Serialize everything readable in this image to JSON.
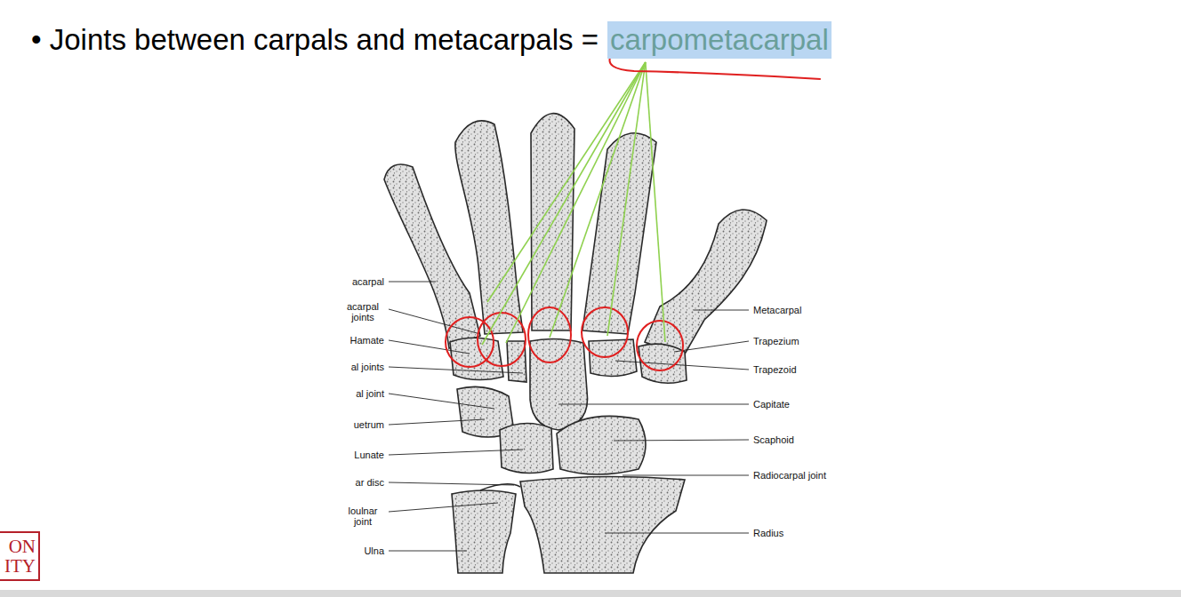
{
  "diagram": {
    "title": "• Joints between carpals and metacarpals =",
    "nodes": [
      {
        "text": [
          "ON ITY"
        ]
      }
    ],
    "labels": [
      "carpometacarpal",
      "acarpal",
      "acarpal joints",
      "Hamate",
      "al joints",
      "al joint",
      "uetrum",
      "Lunate",
      "ar disc",
      "loulnar joint",
      "Ulna",
      "Metacarpal",
      "Trapezium",
      "Trapezoid",
      "Capitate",
      "Scaphoid",
      "Radiocarpal joint",
      "Radius"
    ]
  }
}
